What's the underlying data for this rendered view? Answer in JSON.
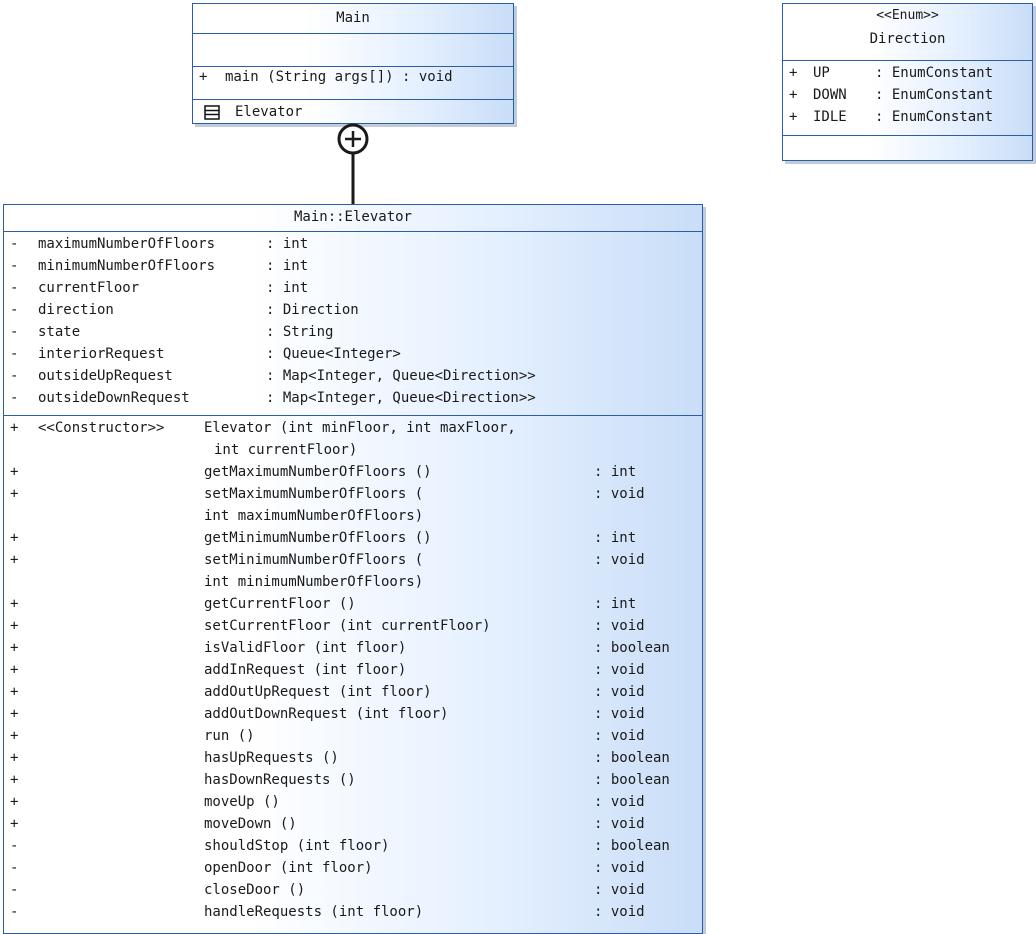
{
  "main_class": {
    "name": "Main",
    "operations": [
      {
        "visibility": "+",
        "signature": "main (String args[])  : void"
      }
    ],
    "nested": {
      "name": "Elevator"
    }
  },
  "direction_enum": {
    "stereotype": "<<Enum>>",
    "name": "Direction",
    "attributes": [
      {
        "visibility": "+",
        "name": "UP",
        "type": ": EnumConstant"
      },
      {
        "visibility": "+",
        "name": "DOWN",
        "type": ": EnumConstant"
      },
      {
        "visibility": "+",
        "name": "IDLE",
        "type": ": EnumConstant"
      }
    ]
  },
  "elevator_class": {
    "name": "Main::Elevator",
    "attributes": [
      {
        "visibility": "-",
        "name": "maximumNumberOfFloors",
        "type": ": int"
      },
      {
        "visibility": "-",
        "name": "minimumNumberOfFloors",
        "type": ": int"
      },
      {
        "visibility": "-",
        "name": "currentFloor",
        "type": ": int"
      },
      {
        "visibility": "-",
        "name": "direction",
        "type": ": Direction"
      },
      {
        "visibility": "-",
        "name": "state",
        "type": ": String"
      },
      {
        "visibility": "-",
        "name": "interiorRequest",
        "type": ": Queue<Integer>"
      },
      {
        "visibility": "-",
        "name": "outsideUpRequest",
        "type": ": Map<Integer, Queue<Direction>>"
      },
      {
        "visibility": "-",
        "name": "outsideDownRequest",
        "type": ": Map<Integer, Queue<Direction>>"
      }
    ],
    "constructor": {
      "visibility": "+",
      "stereotype": "<<Constructor>>",
      "line1": "Elevator (int minFloor, int maxFloor,",
      "line2": "int currentFloor)"
    },
    "operations": [
      {
        "visibility": "+",
        "name": "getMaximumNumberOfFloors ()",
        "type": ": int"
      },
      {
        "visibility": "+",
        "name": "setMaximumNumberOfFloors (",
        "type": ": void",
        "cont": "int maximumNumberOfFloors)"
      },
      {
        "visibility": "+",
        "name": "getMinimumNumberOfFloors ()",
        "type": ": int"
      },
      {
        "visibility": "+",
        "name": "setMinimumNumberOfFloors (",
        "type": ": void",
        "cont": "int minimumNumberOfFloors)"
      },
      {
        "visibility": "+",
        "name": "getCurrentFloor ()",
        "type": ": int"
      },
      {
        "visibility": "+",
        "name": "setCurrentFloor (int currentFloor)",
        "type": ": void"
      },
      {
        "visibility": "+",
        "name": "isValidFloor (int floor)",
        "type": ": boolean"
      },
      {
        "visibility": "+",
        "name": "addInRequest (int floor)",
        "type": ": void"
      },
      {
        "visibility": "+",
        "name": "addOutUpRequest (int floor)",
        "type": ": void"
      },
      {
        "visibility": "+",
        "name": "addOutDownRequest (int floor)",
        "type": ": void"
      },
      {
        "visibility": "+",
        "name": "run ()",
        "type": ": void"
      },
      {
        "visibility": "+",
        "name": "hasUpRequests ()",
        "type": ": boolean"
      },
      {
        "visibility": "+",
        "name": "hasDownRequests ()",
        "type": ": boolean"
      },
      {
        "visibility": "+",
        "name": "moveUp ()",
        "type": ": void"
      },
      {
        "visibility": "+",
        "name": "moveDown ()",
        "type": ": void"
      },
      {
        "visibility": "-",
        "name": "shouldStop (int floor)",
        "type": ": boolean"
      },
      {
        "visibility": "-",
        "name": "openDoor (int floor)",
        "type": ": void"
      },
      {
        "visibility": "-",
        "name": "closeDoor ()",
        "type": ": void"
      },
      {
        "visibility": "-",
        "name": "handleRequests (int floor)",
        "type": ": void"
      }
    ]
  }
}
